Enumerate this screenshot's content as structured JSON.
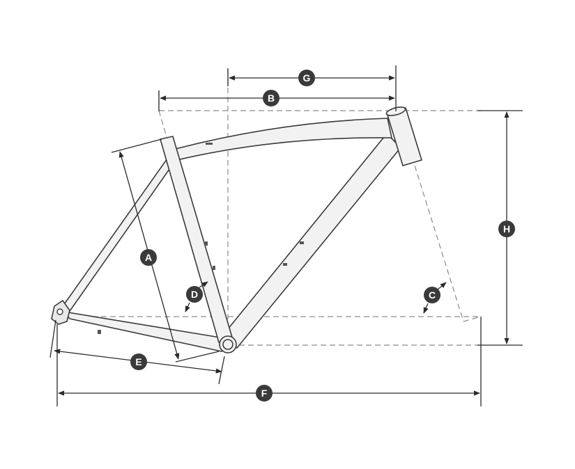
{
  "labels": {
    "A": "A",
    "B": "B",
    "C": "C",
    "D": "D",
    "E": "E",
    "F": "F",
    "G": "G",
    "H": "H"
  },
  "colors": {
    "frame_fill": "#f2f2f2",
    "frame_stroke": "#3a3a3a",
    "dash": "#8a8a8a",
    "badge": "#3a3a3a"
  }
}
